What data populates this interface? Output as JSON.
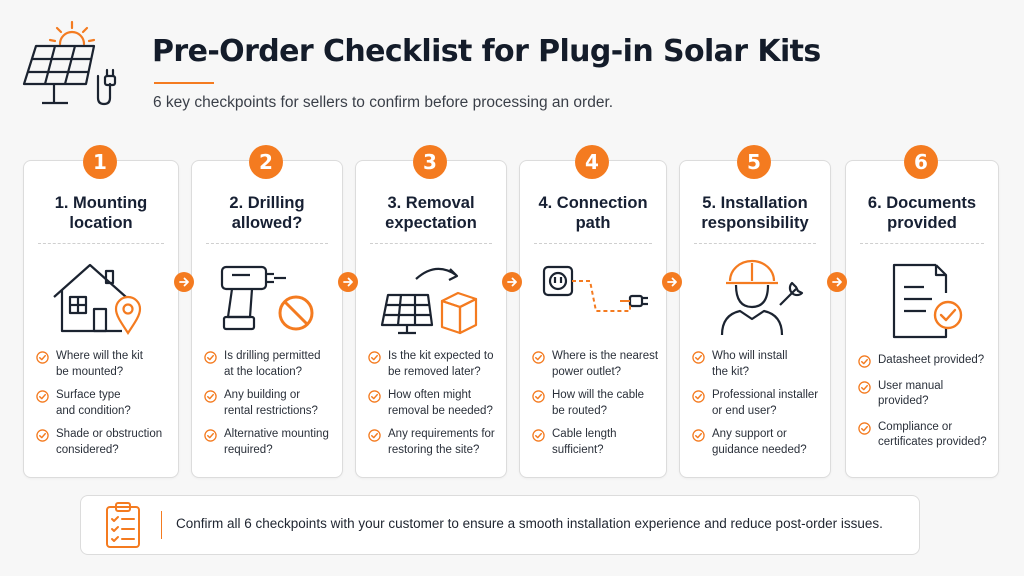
{
  "header": {
    "title": "Pre-Order Checklist for Plug-in Solar Kits",
    "subtitle": "6 key checkpoints for sellers to confirm before processing an order.",
    "icon": "solar-panel-plug-icon"
  },
  "accent_color": "#f47b20",
  "steps": [
    {
      "number": "1",
      "title": "1. Mounting\nlocation",
      "illustration": "house-location-icon",
      "items": [
        "Where will the kit\nbe mounted?",
        "Surface type\nand condition?",
        "Shade or obstruction\nconsidered?"
      ]
    },
    {
      "number": "2",
      "title": "2. Drilling\nallowed?",
      "illustration": "drill-prohibited-icon",
      "items": [
        "Is drilling permitted\nat the location?",
        "Any building or\nrental restrictions?",
        "Alternative mounting\nrequired?"
      ]
    },
    {
      "number": "3",
      "title": "3. Removal\nexpectation",
      "illustration": "panel-to-box-icon",
      "items": [
        "Is the kit expected to\nbe removed later?",
        "How often might\nremoval be needed?",
        "Any requirements for\nrestoring the site?"
      ]
    },
    {
      "number": "4",
      "title": "4. Connection\npath",
      "illustration": "outlet-plug-icon",
      "items": [
        "Where is the nearest\npower outlet?",
        "How will the cable\nbe routed?",
        "Cable length\nsufficient?"
      ]
    },
    {
      "number": "5",
      "title": "5. Installation\nresponsibility",
      "illustration": "worker-wrench-icon",
      "items": [
        "Who will install\nthe kit?",
        "Professional installer\nor end user?",
        "Any support or\nguidance needed?"
      ]
    },
    {
      "number": "6",
      "title": "6. Documents\nprovided",
      "illustration": "document-check-icon",
      "items": [
        "Datasheet provided?",
        "User manual\nprovided?",
        "Compliance or\ncertificates provided?"
      ]
    }
  ],
  "footer": {
    "icon": "clipboard-checklist-icon",
    "text": "Confirm all 6 checkpoints with your customer to ensure a smooth installation experience and reduce post-order issues."
  }
}
